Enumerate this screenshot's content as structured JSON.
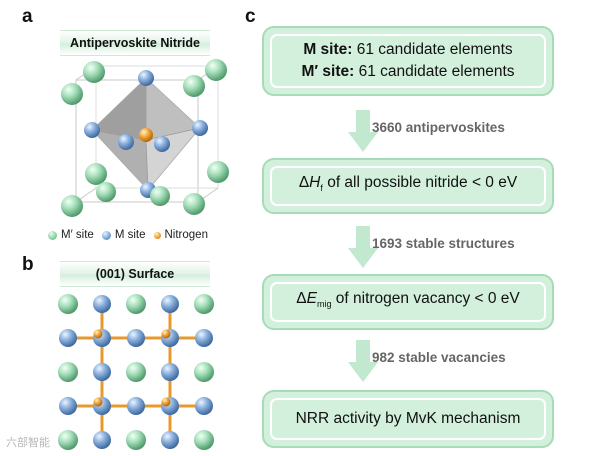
{
  "panels": {
    "a": {
      "letter": "a",
      "title": "Antipervoskite Nitride",
      "legend": [
        {
          "label": "M′ site",
          "color": "#8fd4a8"
        },
        {
          "label": "M site",
          "color": "#7fa8d8"
        },
        {
          "label": "Nitrogen",
          "color": "#f0a030"
        }
      ]
    },
    "b": {
      "letter": "b",
      "title": "(001) Surface"
    },
    "c": {
      "letter": "c",
      "steps": [
        {
          "line1_bold": "M site:",
          "line1_rest": " 61 candidate elements",
          "line2_bold": "M′ site:",
          "line2_rest": " 61 candidate elements"
        },
        {
          "prefix": "Δ",
          "var": "H",
          "sub": "f",
          "rest": " of all possible nitride < 0 eV"
        },
        {
          "prefix": "Δ",
          "var": "E",
          "sub": "mig",
          "rest": " of nitrogen vacancy < 0 eV"
        },
        {
          "text": "NRR activity by MvK mechanism"
        }
      ],
      "arrows": [
        {
          "label": "3660 antipervoskites"
        },
        {
          "label": "1693 stable structures"
        },
        {
          "label": "982 stable vacancies"
        }
      ]
    }
  },
  "colors": {
    "m_prime": "#8fd4a8",
    "m_site": "#7fa8d8",
    "nitrogen": "#f0a030",
    "flow_fill": "#d3f0dc",
    "flow_border": "#a7dcb8",
    "arrow": "#bfe6cb"
  },
  "watermark": "六部智能"
}
